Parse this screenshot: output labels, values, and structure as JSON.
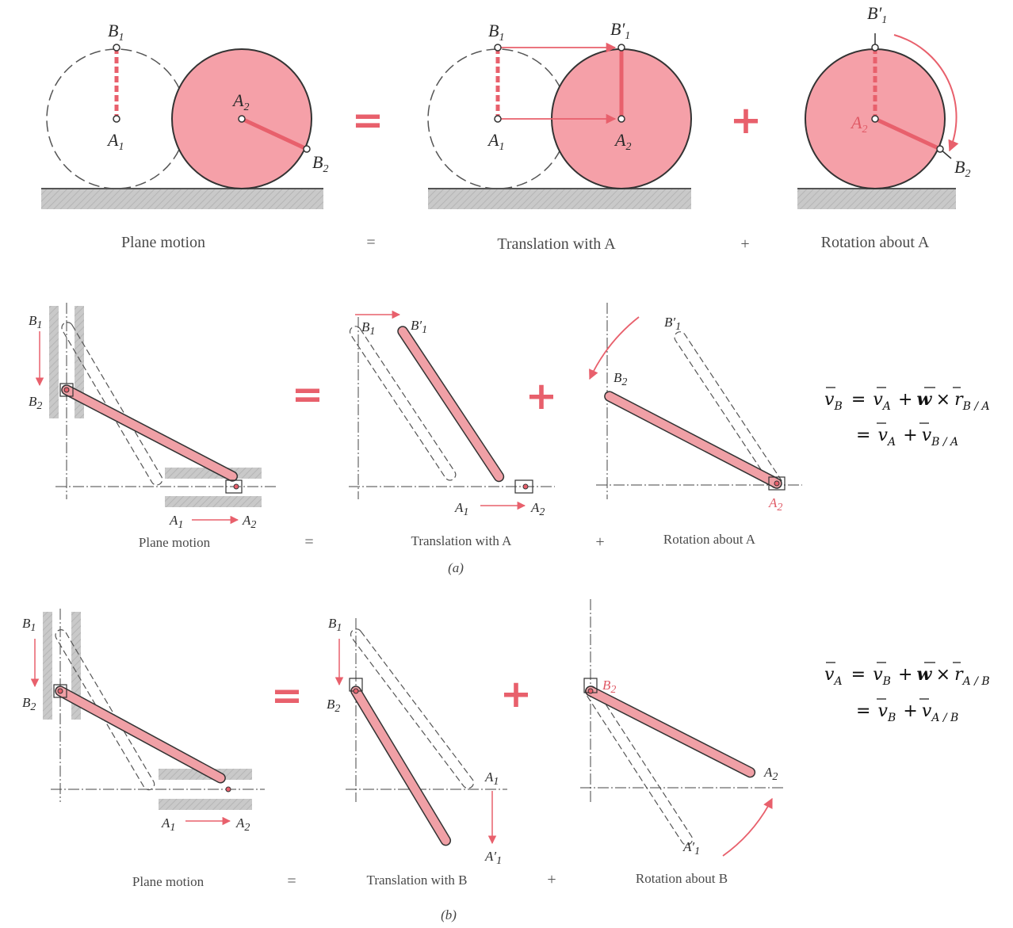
{
  "top_row": {
    "captions": {
      "plane_motion": "Plane motion",
      "equals": "=",
      "translation": "Translation with A",
      "plus": "+",
      "rotation": "Rotation about A"
    },
    "labels": {
      "B1": "B",
      "B1_sub": "1",
      "A1": "A",
      "A1_sub": "1",
      "A2": "A",
      "A2_sub": "2",
      "B2": "B",
      "B2_sub": "2",
      "B1p": "B′",
      "B1p_sub": "1"
    }
  },
  "row_a": {
    "captions": {
      "plane_motion": "Plane motion",
      "equals": "=",
      "translation": "Translation with A",
      "plus": "+",
      "rotation": "Rotation about A"
    },
    "tag": "(a)",
    "labels": {
      "B": "B",
      "A": "A",
      "B1p": "B′",
      "s1": "1",
      "s2": "2"
    },
    "equation": {
      "line1": {
        "lhs": "v",
        "lhs_sub": "B",
        "t1": "v",
        "t1_sub": "A",
        "omega": "w",
        "r": "r",
        "r_sub": "B / A"
      },
      "line2": {
        "t1": "v",
        "t1_sub": "A",
        "t2": "v",
        "t2_sub": "B / A"
      }
    }
  },
  "row_b": {
    "captions": {
      "plane_motion": "Plane motion",
      "equals": "=",
      "translation": "Translation with B",
      "plus": "+",
      "rotation": "Rotation about B"
    },
    "tag": "(b)",
    "labels": {
      "B": "B",
      "A": "A",
      "A1p": "A′",
      "s1": "1",
      "s2": "2"
    },
    "equation": {
      "line1": {
        "lhs": "v",
        "lhs_sub": "A",
        "t1": "v",
        "t1_sub": "B",
        "omega": "w",
        "r": "r",
        "r_sub": "A / B"
      },
      "line2": {
        "t1": "v",
        "t1_sub": "B",
        "t2": "v",
        "t2_sub": "A / B"
      }
    }
  },
  "operators": {
    "equals": "=",
    "plus": "+",
    "times": "×"
  },
  "colors": {
    "disk_fill": "#f5a0a8",
    "rod_fill": "#f0a0a6",
    "accent_red": "#e8606c",
    "ground": "#c8c8c8",
    "outline": "#333333"
  }
}
